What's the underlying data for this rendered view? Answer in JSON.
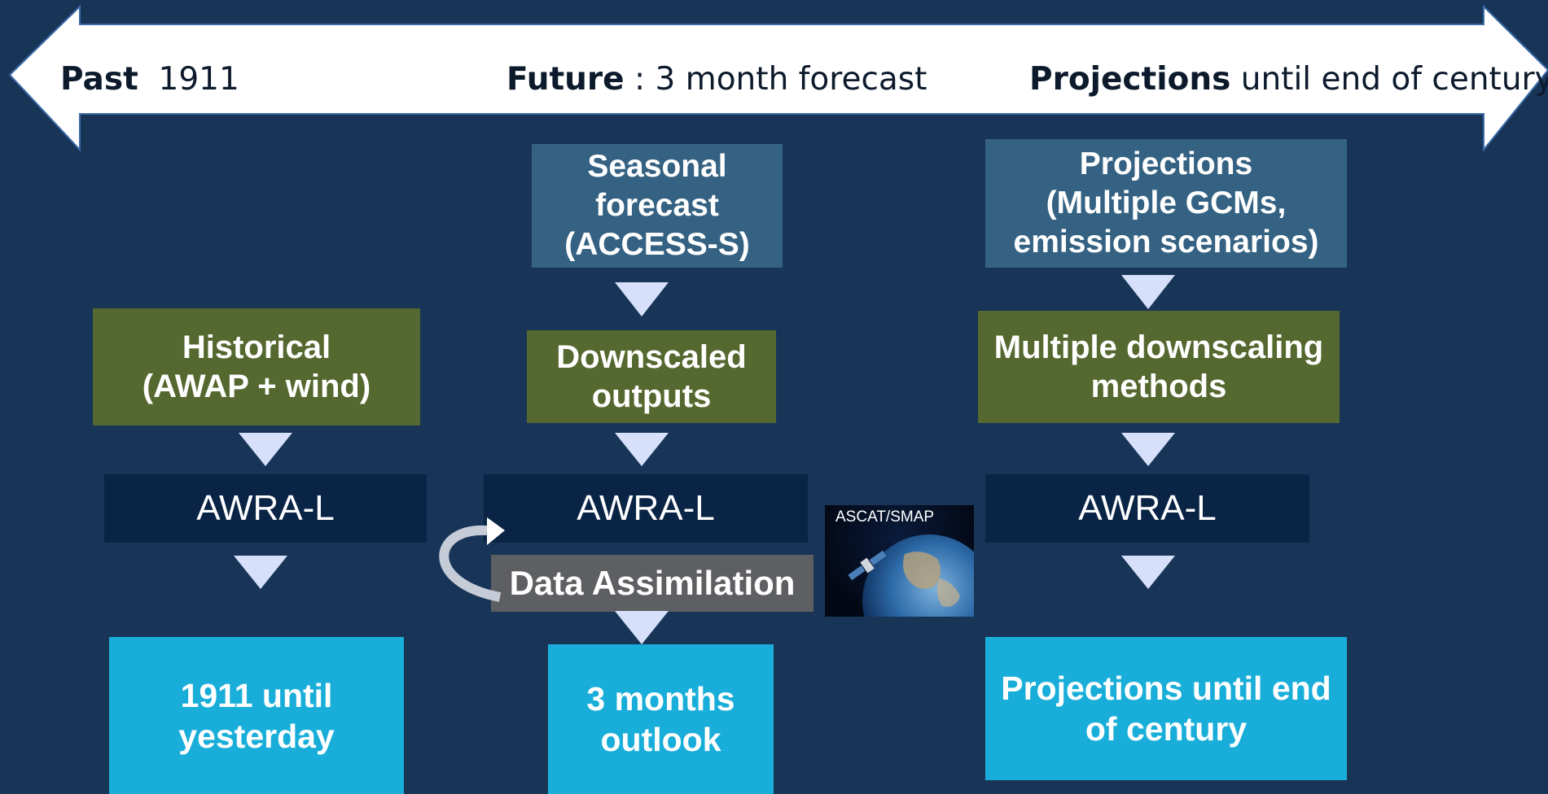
{
  "timeline": {
    "past_bold": "Past",
    "past_text": "1911",
    "future_bold": "Future",
    "future_text": " : 3 month forecast",
    "projections_bold": "Projections",
    "projections_text": " until end of century"
  },
  "columns": {
    "historical": {
      "input": "Historical\n(AWAP + wind)",
      "model": "AWRA-L",
      "output": "1911 until\nyesterday"
    },
    "forecast": {
      "source": "Seasonal\nforecast\n(ACCESS-S)",
      "input": "Downscaled\noutputs",
      "model": "AWRA-L",
      "assimilation": "Data Assimilation",
      "output": "3 months\noutlook"
    },
    "projections": {
      "source": "Projections\n(Multiple GCMs,\nemission scenarios)",
      "input": "Multiple downscaling\nmethods",
      "model": "AWRA-L",
      "output": "Projections until end\nof century"
    }
  },
  "satellite": {
    "label": "ASCAT/SMAP"
  },
  "colors": {
    "background": "#183558",
    "model_box": "#356283",
    "downscale_box": "#55682f",
    "awra_box": "#0a2446",
    "output_box": "#19aed9",
    "assimilation_box": "#5e5f62",
    "flow_arrow": "#d6e0fb"
  }
}
